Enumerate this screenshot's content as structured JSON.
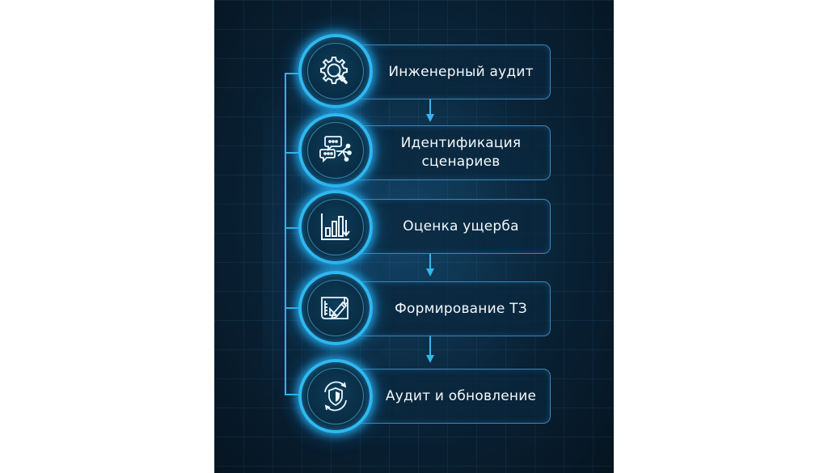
{
  "colors": {
    "panel_background": "#0a2438",
    "accent": "#2fb8f0",
    "text": "#f4f8fc"
  },
  "flowchart": {
    "steps": [
      {
        "label": "Инженерный аудит",
        "icon": "gear-magnifier-icon"
      },
      {
        "label": "Идентификация сценариев",
        "icon": "chat-network-icon"
      },
      {
        "label": "Оценка ущерба",
        "icon": "bar-chart-down-icon"
      },
      {
        "label": "Формирование ТЗ",
        "icon": "blueprint-pencil-icon"
      },
      {
        "label": "Аудит и обновление",
        "icon": "shield-refresh-icon"
      }
    ]
  }
}
